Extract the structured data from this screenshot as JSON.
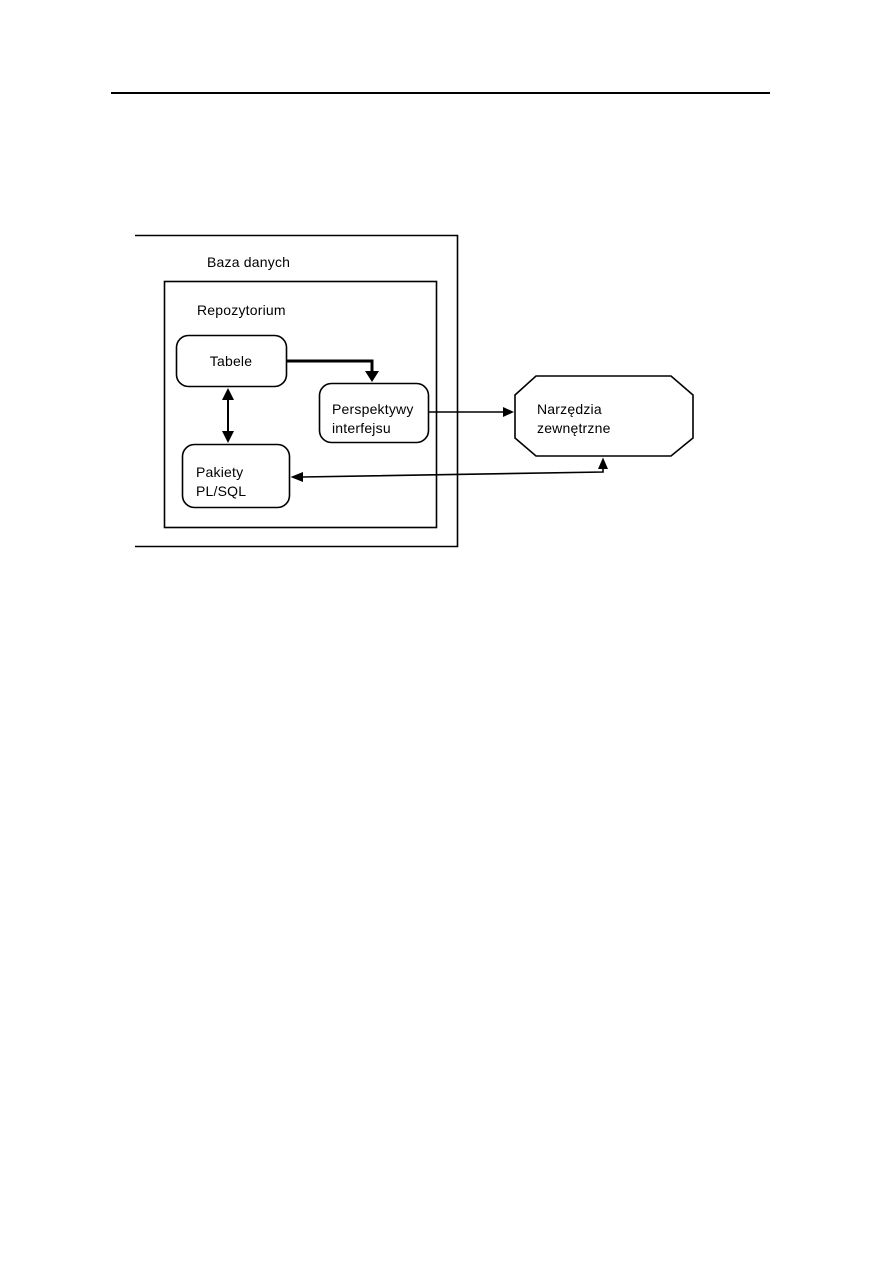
{
  "page": {
    "background_color": "#ffffff",
    "ink_color": "#000000"
  },
  "diagram": {
    "outer_box": {
      "label": "Baza danych",
      "shape": "rectangle-open-left"
    },
    "inner_box": {
      "label": "Repozytorium",
      "shape": "rectangle"
    },
    "nodes": {
      "tabele": {
        "label": "Tabele",
        "shape": "rounded-rectangle"
      },
      "perspektywy": {
        "line1": "Perspektywy",
        "line2": "interfejsu",
        "shape": "rounded-rectangle"
      },
      "pakiety": {
        "line1": "Pakiety",
        "line2": "PL/SQL",
        "shape": "rounded-rectangle"
      },
      "narzedzia": {
        "line1": "Narzędzia",
        "line2": "zewnętrzne",
        "shape": "octagon"
      }
    },
    "edges": [
      {
        "from": "Tabele",
        "to": "Perspektywy interfejsu",
        "direction": "one-way",
        "style": "thick"
      },
      {
        "from": "Tabele",
        "to": "Pakiety PL/SQL",
        "direction": "two-way",
        "style": "thin"
      },
      {
        "from": "Perspektywy interfejsu",
        "to": "Narzędzia zewnętrzne",
        "direction": "one-way",
        "style": "thin"
      },
      {
        "from": "Pakiety PL/SQL",
        "to": "Narzędzia zewnętrzne",
        "direction": "two-way",
        "style": "thin"
      }
    ]
  }
}
